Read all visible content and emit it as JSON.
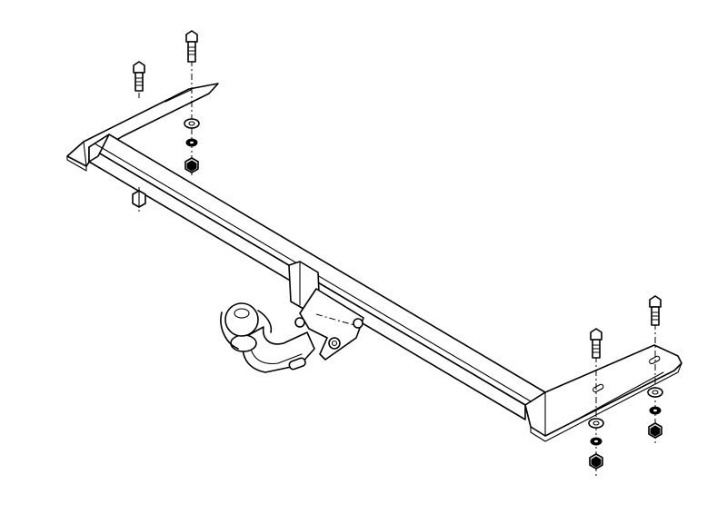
{
  "diagram": {
    "background": "#ffffff",
    "line_color": "#000000",
    "parts": [
      {
        "name": "crossbar",
        "icon": "square-tube-beam"
      },
      {
        "name": "left-mounting-bracket",
        "icon": "flat-plate-bracket"
      },
      {
        "name": "right-mounting-bracket",
        "icon": "flat-plate-bracket"
      },
      {
        "name": "tow-ball-neck",
        "icon": "tow-ball"
      },
      {
        "name": "socket-plate",
        "icon": "plate"
      },
      {
        "name": "bolt",
        "icon": "hex-bolt"
      },
      {
        "name": "washer",
        "icon": "flat-washer"
      },
      {
        "name": "spring-washer",
        "icon": "spring-washer"
      },
      {
        "name": "nut",
        "icon": "hex-nut"
      }
    ]
  }
}
